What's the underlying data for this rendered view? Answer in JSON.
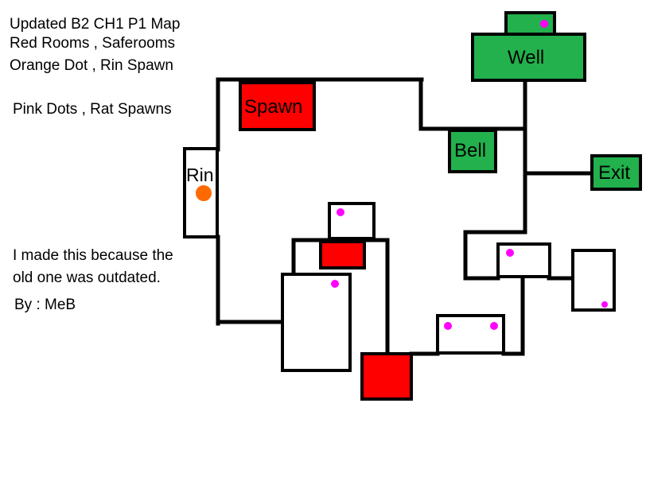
{
  "legend": {
    "title": "Updated B2 CH1 P1 Map",
    "line2": "Red Rooms , Saferooms",
    "line3": "Orange Dot , Rin Spawn",
    "line4": "Pink Dots , Rat Spawns"
  },
  "note": {
    "line1": "I made this because the",
    "line2": "old one was outdated.",
    "byline": "By : MeB"
  },
  "rooms": {
    "spawn": "Spawn",
    "well": "Well",
    "bell": "Bell",
    "exit": "Exit",
    "rin": "Rin"
  },
  "colors": {
    "saferoom": "#ff0000",
    "special_room": "#22b14c",
    "rin_spawn": "#ff6a00",
    "rat_spawn": "#ff00ff",
    "wall": "#000000"
  }
}
